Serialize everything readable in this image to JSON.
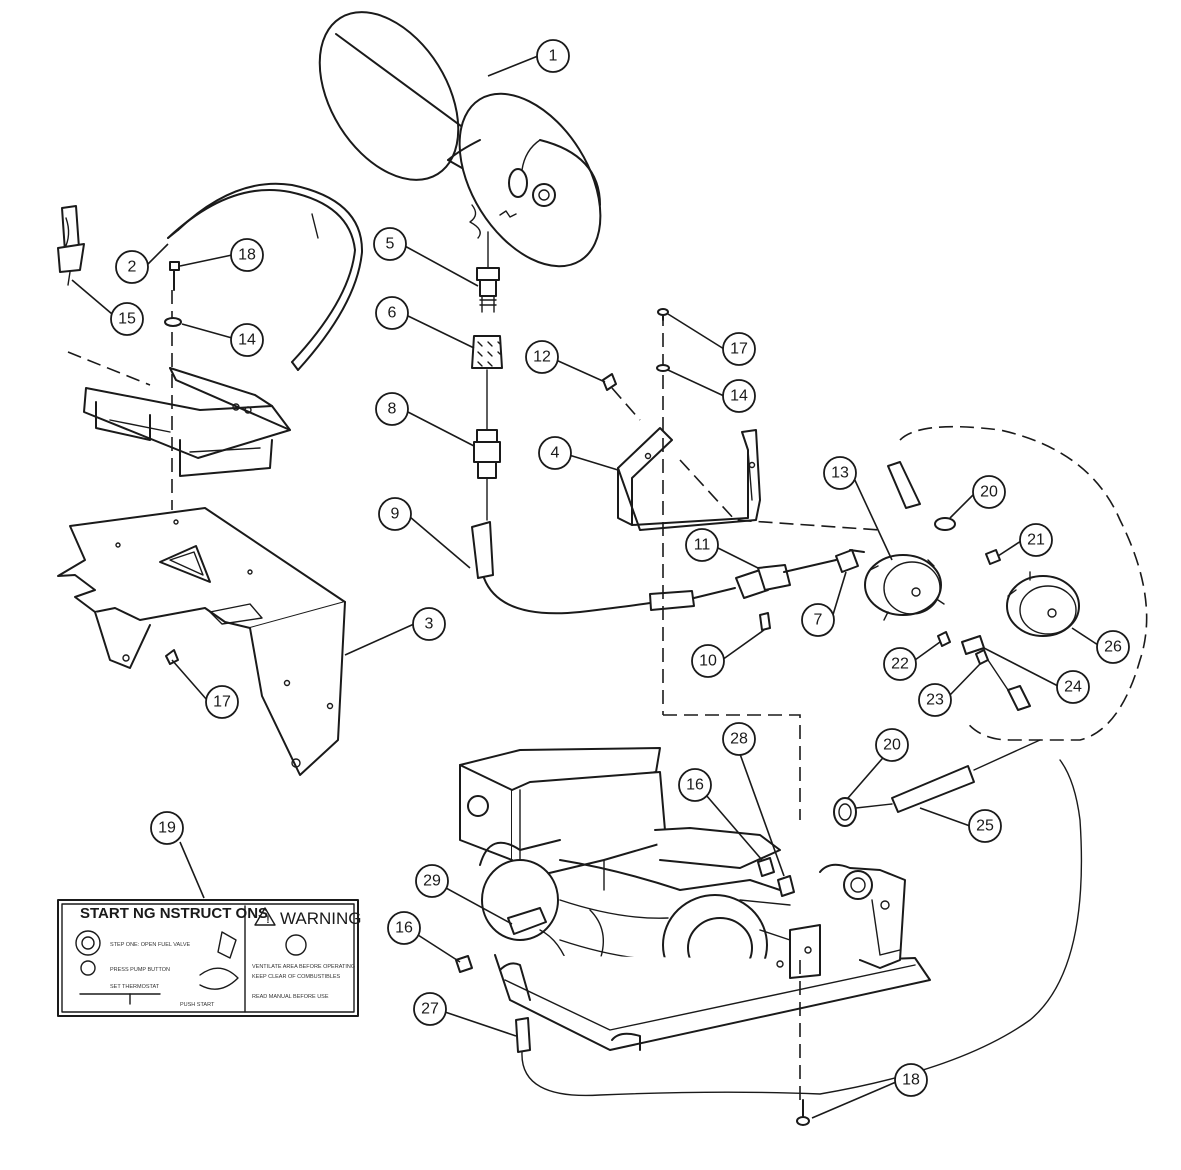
{
  "callouts": {
    "c1": "1",
    "c2": "2",
    "c3": "3",
    "c4": "4",
    "c5": "5",
    "c6": "6",
    "c7": "7",
    "c8": "8",
    "c9": "9",
    "c10": "10",
    "c11": "11",
    "c12": "12",
    "c13": "13",
    "c14a": "14",
    "c14b": "14",
    "c15": "15",
    "c16a": "16",
    "c16b": "16",
    "c17a": "17",
    "c17b": "17",
    "c18a": "18",
    "c18b": "18",
    "c19": "19",
    "c20a": "20",
    "c20b": "20",
    "c21": "21",
    "c22": "22",
    "c23": "23",
    "c24": "24",
    "c25": "25",
    "c26": "26",
    "c27": "27",
    "c28": "28",
    "c29": "29"
  },
  "decal": {
    "title": "START NG  NSTRUCT ONS",
    "warning": "WARNING",
    "line1": "STEP ONE: OPEN FUEL VALVE",
    "line2": "PRESS PUMP BUTTON",
    "line3": "SET THERMOSTAT",
    "line4": "PUSH START",
    "warn_line1": "VENTILATE AREA BEFORE OPERATING",
    "warn_line2": "KEEP CLEAR OF COMBUSTIBLES",
    "warn_line3": "READ MANUAL BEFORE USE"
  }
}
